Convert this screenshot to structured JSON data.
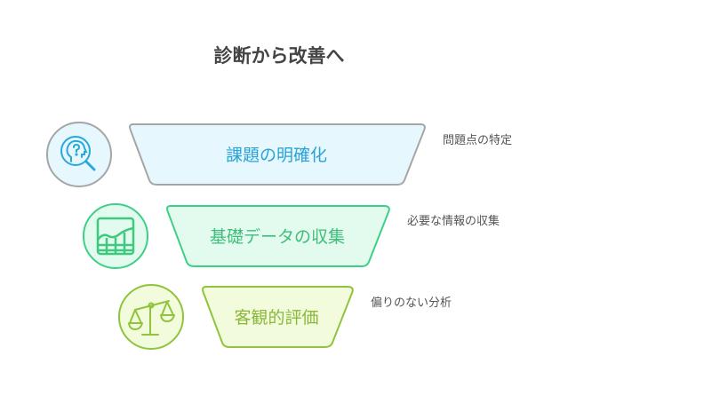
{
  "title": "診断から改善へ",
  "stages": [
    {
      "label": "課題の明確化",
      "note": "問題点の特定",
      "icon": "head-question-magnifier-icon",
      "stroke": "#a6a6a6",
      "fill": "#e6f7fd",
      "text": "#2aa3d8",
      "iconColor": "#29a8e0"
    },
    {
      "label": "基礎データの収集",
      "note": "必要な情報の収集",
      "icon": "chart-grid-icon",
      "stroke": "#3ecf87",
      "fill": "#e3fbef",
      "text": "#3ebd7a",
      "iconColor": "#3ec97f"
    },
    {
      "label": "客観的評価",
      "note": "偏りのない分析",
      "icon": "balance-scale-icon",
      "stroke": "#8fc43c",
      "fill": "#f2fbdc",
      "text": "#8ab83a",
      "iconColor": "#8fc43c"
    }
  ]
}
